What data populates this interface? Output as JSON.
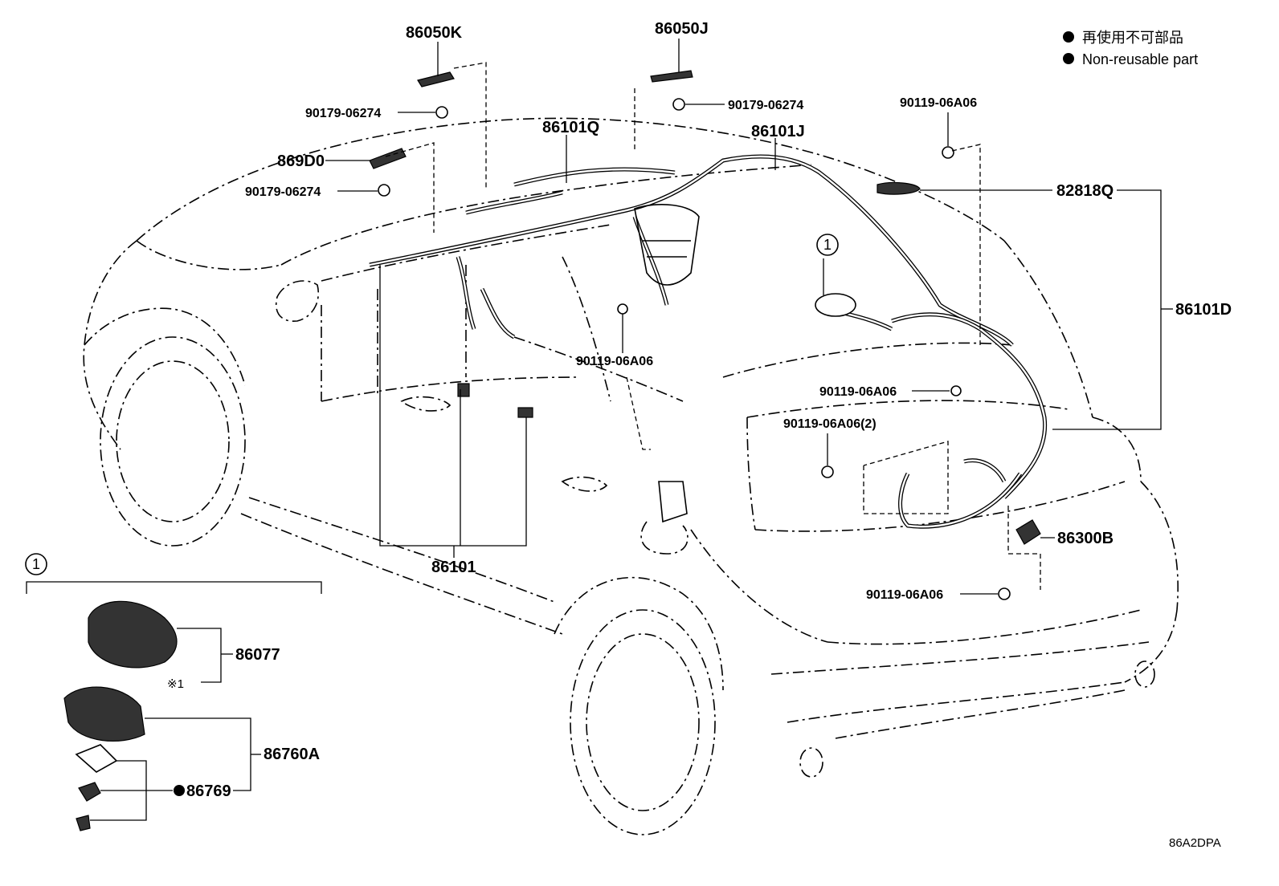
{
  "legend": {
    "ja": "再使用不可部品",
    "en": "Non-reusable part"
  },
  "diagram_code": "86A2DPA",
  "detail_marker": "1",
  "labels": {
    "p86050K": "86050K",
    "p86050J": "86050J",
    "p90179_a": "90179-06274",
    "p90179_b": "90179-06274",
    "p90179_c": "90179-06274",
    "p86101Q": "86101Q",
    "p86101J": "86101J",
    "p869D0": "869D0",
    "p90119_top": "90119-06A06",
    "p82818Q": "82818Q",
    "p86101D": "86101D",
    "p90119_mid": "90119-06A06",
    "p90119_right": "90119-06A06",
    "p90119_2": "90119-06A06(2)",
    "p86300B": "86300B",
    "p90119_bottom": "90119-06A06",
    "p86101": "86101",
    "p86077": "86077",
    "note1": "※1",
    "p86760A": "86760A",
    "p86769": "86769"
  }
}
